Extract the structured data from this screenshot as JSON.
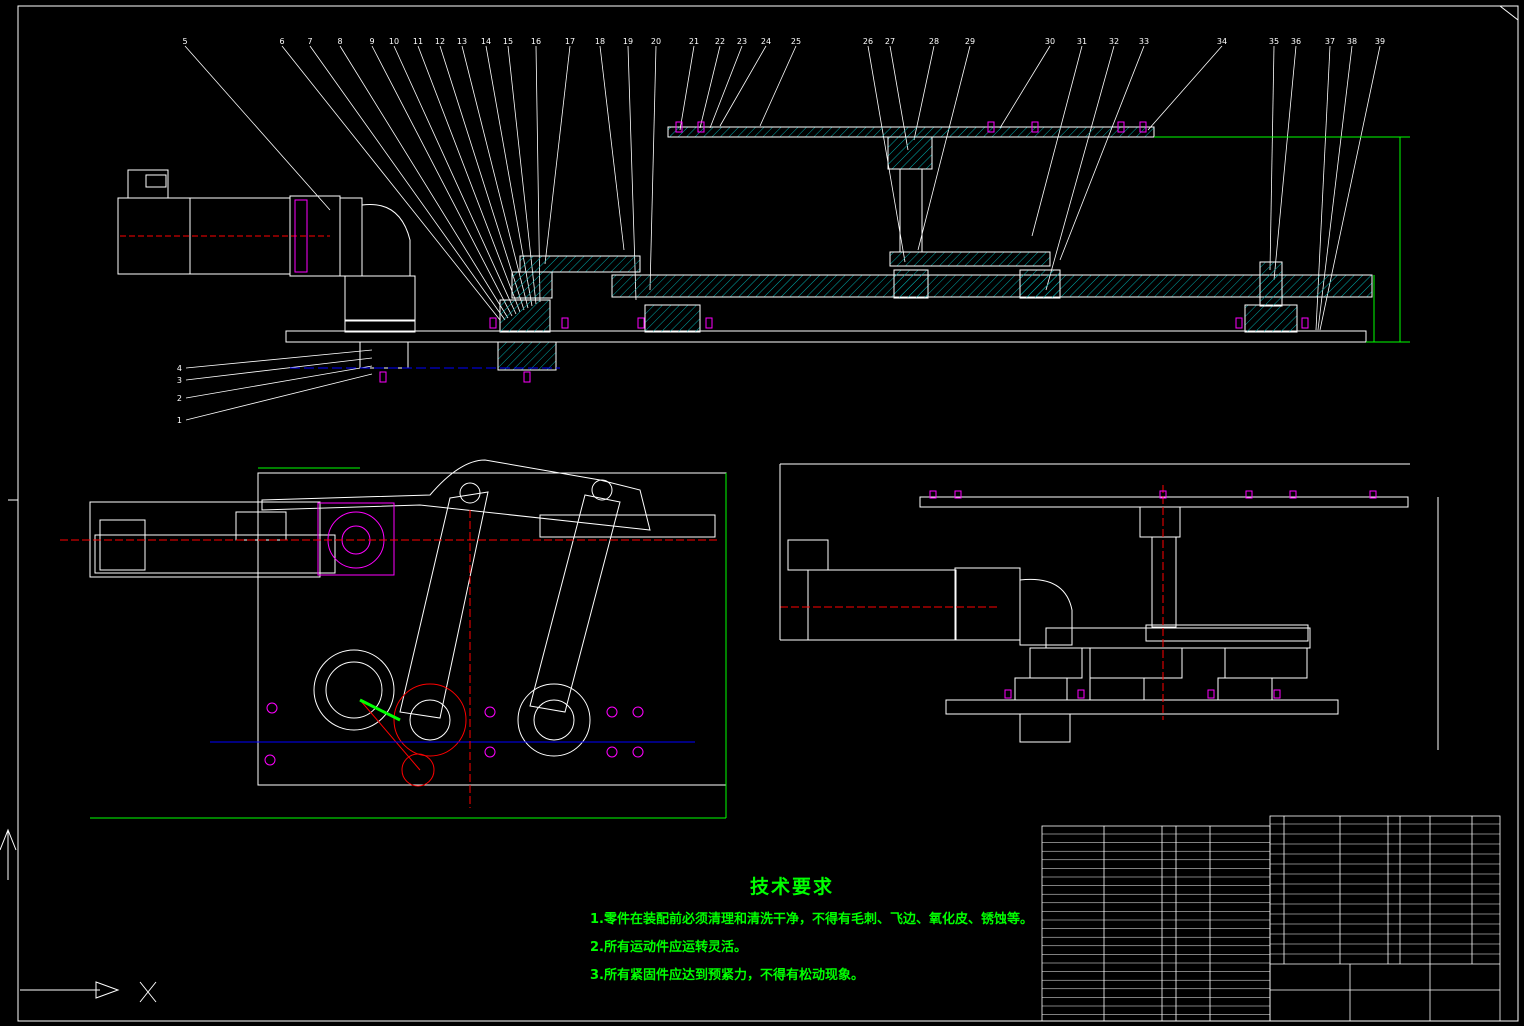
{
  "tech_requirements": {
    "title": "技术要求",
    "lines": [
      "1.零件在装配前必须清理和清洗干净，不得有毛刺、飞边、氧化皮、锈蚀等。",
      "2.所有运动件应运转灵活。",
      "3.所有紧固件应达到预紧力，不得有松动现象。"
    ]
  },
  "colors": {
    "background": "#000000",
    "outline": "#ffffff",
    "dimension": "#00ff00",
    "center": "#ff0000",
    "hatch": "#00cccc",
    "bolt": "#ff00ff",
    "axis": "#0000ff"
  },
  "balloons": [
    "5",
    "6",
    "7",
    "8",
    "9",
    "10",
    "11",
    "12",
    "13",
    "14",
    "15",
    "16",
    "17",
    "18",
    "19",
    "20",
    "21",
    "22",
    "23",
    "24",
    "25",
    "26",
    "27",
    "28",
    "29",
    "30",
    "31",
    "32",
    "33",
    "34",
    "35",
    "36",
    "37",
    "38",
    "39"
  ],
  "side_balloons": [
    "4",
    "3",
    "2",
    "1"
  ]
}
